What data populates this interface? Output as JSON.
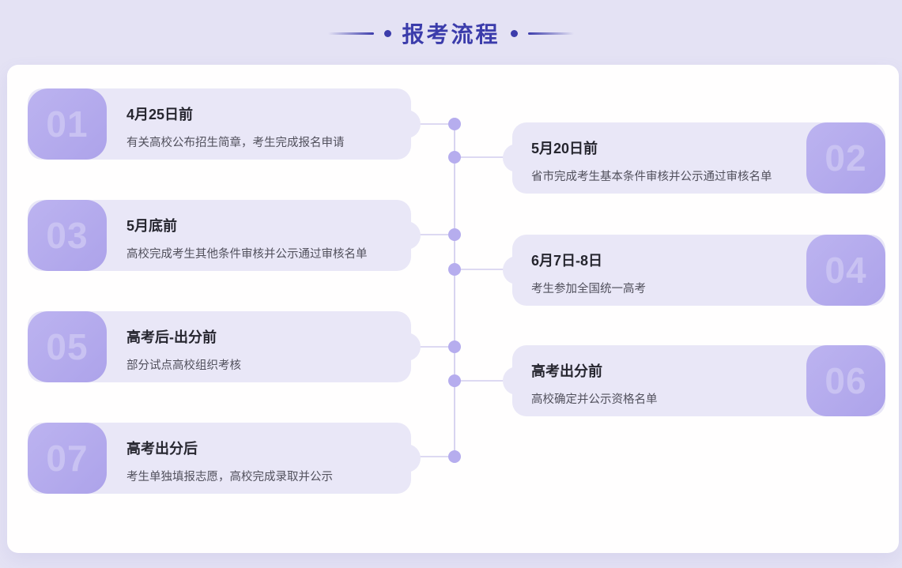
{
  "page": {
    "title": "报考流程",
    "background_color": "#e4e2f4",
    "panel_color": "#fffefe"
  },
  "theme": {
    "accent_color": "#3b3cab",
    "card_color": "#e9e7f7",
    "badge_color": "#b3aaec",
    "badge_number_color": "#c9c2f2",
    "timeline_line_color": "#d8d4f0",
    "timeline_dot_color": "#b6adee",
    "step_title_color": "#26262f",
    "step_desc_color": "#51505c"
  },
  "steps": [
    {
      "num": "01",
      "side": "left",
      "title": "4月25日前",
      "desc": "有关高校公布招生简章，考生完成报名申请"
    },
    {
      "num": "02",
      "side": "right",
      "title": "5月20日前",
      "desc": "省市完成考生基本条件审核并公示通过审核名单"
    },
    {
      "num": "03",
      "side": "left",
      "title": "5月底前",
      "desc": "高校完成考生其他条件审核并公示通过审核名单"
    },
    {
      "num": "04",
      "side": "right",
      "title": "6月7日-8日",
      "desc": "考生参加全国统一高考"
    },
    {
      "num": "05",
      "side": "left",
      "title": "高考后-出分前",
      "desc": "部分试点高校组织考核"
    },
    {
      "num": "06",
      "side": "right",
      "title": "高考出分前",
      "desc": "高校确定并公示资格名单"
    },
    {
      "num": "07",
      "side": "left",
      "title": "高考出分后",
      "desc": "考生单独填报志愿，高校完成录取并公示"
    }
  ]
}
